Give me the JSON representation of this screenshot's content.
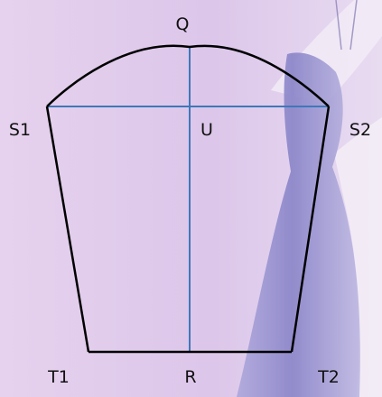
{
  "colors": {
    "background": "#e3cdec",
    "outline": "#000000",
    "guides": "#3e78b8",
    "figure_dark": "#8a86c8",
    "figure_light": "#f4eef7"
  },
  "labels": {
    "q": "Q",
    "u": "U",
    "s1": "S1",
    "s2": "S2",
    "t1": "T1",
    "r": "R",
    "t2": "T2"
  }
}
